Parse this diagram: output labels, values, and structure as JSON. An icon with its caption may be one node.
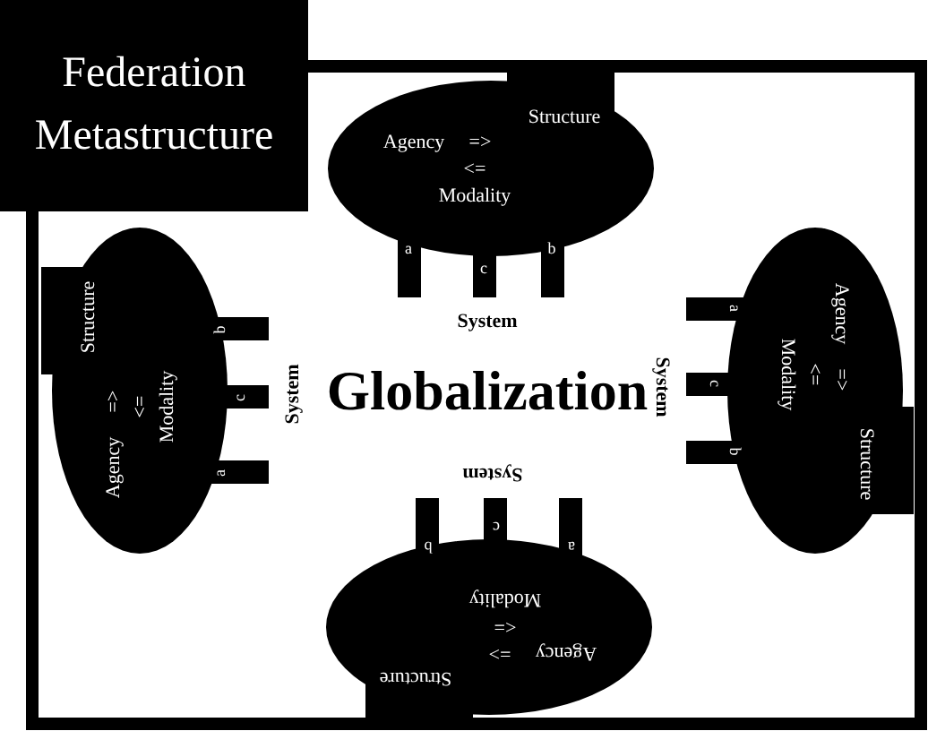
{
  "diagram": {
    "nodes": [
      {
        "text": [
          "Federation Metastructure"
        ]
      },
      {
        "text": [
          "Structure",
          "Agency",
          "=>",
          "<=",
          "Modality",
          "a",
          "c",
          "b"
        ],
        "beside": [
          "System"
        ]
      },
      {
        "text": [
          "Structure",
          "Agency",
          "=>",
          "<=",
          "Modality",
          "a",
          "c",
          "b"
        ],
        "beside": [
          "System"
        ]
      },
      {
        "text": [
          "Structure",
          "Agency",
          "=>",
          "<=",
          "Modality",
          "a",
          "c",
          "b"
        ],
        "beside": [
          "System"
        ]
      },
      {
        "text": [
          "Structure",
          "Agency",
          "=>",
          "<=",
          "Modality",
          "a",
          "c",
          "b"
        ],
        "beside": [
          "System"
        ]
      }
    ],
    "labels": [
      "Globalization"
    ]
  }
}
